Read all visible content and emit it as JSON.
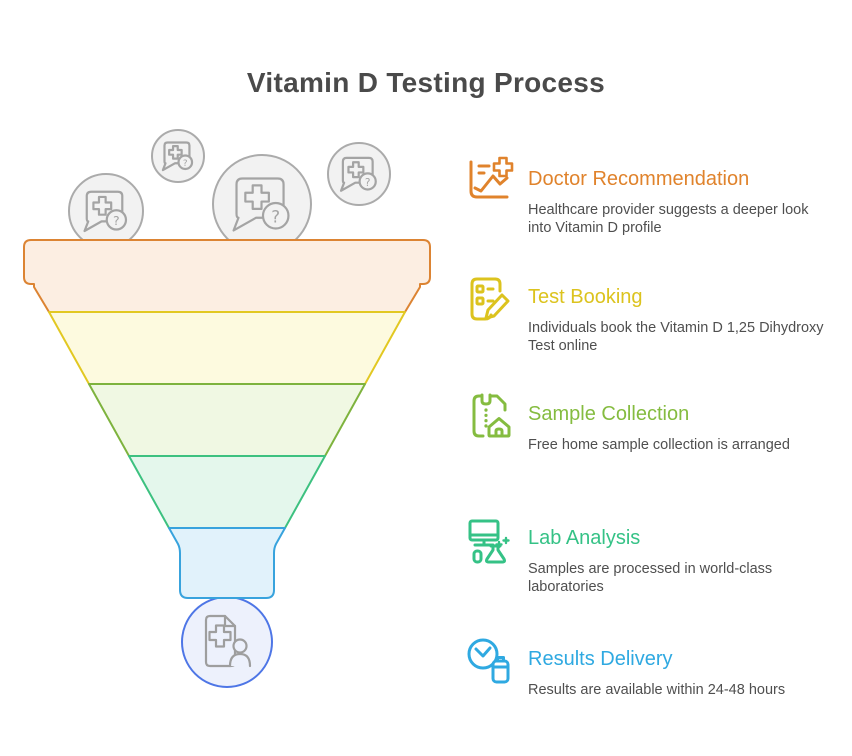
{
  "title": "Vitamin D Testing Process",
  "steps": [
    {
      "id": "doctor-recommendation",
      "title": "Doctor Recommendation",
      "description": "Healthcare provider suggests a deeper look into Vitamin D profile",
      "color": "#E0832C"
    },
    {
      "id": "test-booking",
      "title": "Test Booking",
      "description": "Individuals book the Vitamin D 1,25 Dihydroxy Test online",
      "color": "#DCC31E"
    },
    {
      "id": "sample-collection",
      "title": "Sample Collection",
      "description": "Free home sample collection is arranged",
      "color": "#85BC40"
    },
    {
      "id": "lab-analysis",
      "title": "Lab Analysis",
      "description": "Samples are processed in world-class laboratories",
      "color": "#35C286"
    },
    {
      "id": "results-delivery",
      "title": "Results Delivery",
      "description": "Results are available within 24-48 hours",
      "color": "#2FA9E1"
    }
  ],
  "funnel": {
    "layers": [
      {
        "name": "doctor-recommendation",
        "fill": "#FCEEE2",
        "stroke": "#DC8433"
      },
      {
        "name": "test-booking",
        "fill": "#FDFADF",
        "stroke": "#E2C822"
      },
      {
        "name": "sample-collection",
        "fill": "#F0F8E3",
        "stroke": "#7EB33E"
      },
      {
        "name": "lab-analysis",
        "fill": "#E4F7EC",
        "stroke": "#3DC180"
      },
      {
        "name": "results-delivery",
        "fill": "#E1F2FB",
        "stroke": "#38A3DD"
      }
    ],
    "bubble": {
      "fill": "#F2F2F2",
      "stroke": "#ABABAB",
      "icon_gray": "#A4A4A4",
      "question_mark": "?"
    },
    "drop_circle": {
      "fill": "#EDF1FC",
      "stroke": "#4E76E6",
      "icon_gray": "#9E9E9E"
    }
  },
  "title_color": "#4A4A4A",
  "description_color": "#4F4F4F"
}
